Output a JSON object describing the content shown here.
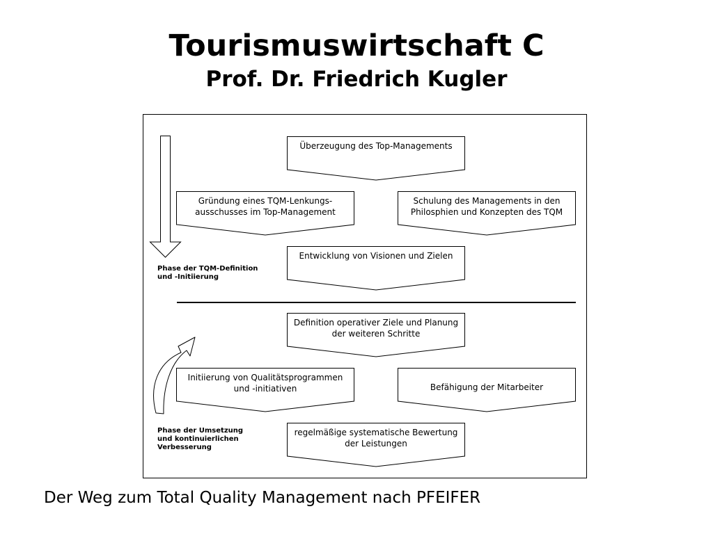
{
  "header": {
    "title": "Tourismuswirtschaft C",
    "subtitle": "Prof. Dr. Friedrich Kugler"
  },
  "diagram": {
    "steps": [
      {
        "line1": "Überzeugung des Top-Managements",
        "line2": ""
      },
      {
        "line1": "Gründung eines TQM-Lenkungs-",
        "line2": "ausschusses im Top-Management"
      },
      {
        "line1": "Schulung des Managements in den",
        "line2": "Philosphien und Konzepten des TQM"
      },
      {
        "line1": "Entwicklung von Visionen und Zielen",
        "line2": ""
      },
      {
        "line1": "Definition operativer Ziele und Planung",
        "line2": "der weiteren Schritte"
      },
      {
        "line1": "Initiierung von Qualitätsprogrammen",
        "line2": "und -initiativen"
      },
      {
        "line1": "Befähigung der Mitarbeiter",
        "line2": ""
      },
      {
        "line1": "regelmäßige systematische Bewertung",
        "line2": "der Leistungen"
      }
    ],
    "phase1": {
      "line1": "Phase der TQM-Definition",
      "line2": "und -Initiierung"
    },
    "phase2": {
      "line1": "Phase der Umsetzung",
      "line2": "und kontinuierlichen",
      "line3": "Verbesserung"
    }
  },
  "caption": "Der Weg zum Total Quality Management nach PFEIFER"
}
